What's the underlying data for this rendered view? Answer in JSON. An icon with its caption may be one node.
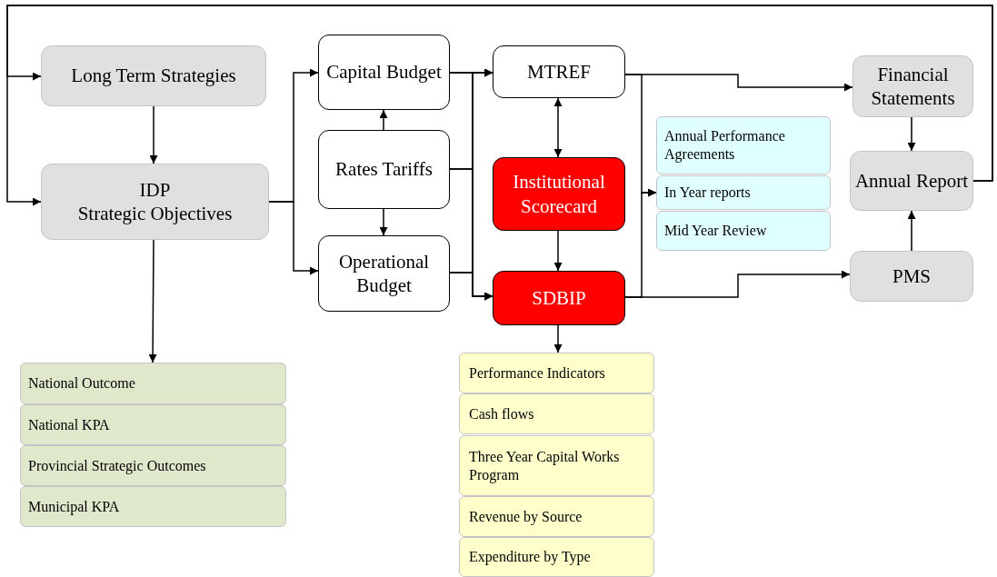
{
  "diagram": {
    "nodes": [
      {
        "text": [
          "Long Term Strategies"
        ]
      },
      {
        "text": [
          "IDP",
          "Strategic Objectives"
        ]
      },
      {
        "text": [
          "Capital Budget"
        ]
      },
      {
        "text": [
          "Rates Tariffs"
        ]
      },
      {
        "text": [
          "Operational Budget"
        ]
      },
      {
        "text": [
          "MTREF"
        ]
      },
      {
        "text": [
          "Institutional Scorecard"
        ]
      },
      {
        "text": [
          "SDBIP"
        ]
      },
      {
        "text": [
          "Annual Performance Agreements"
        ]
      },
      {
        "text": [
          "In Year reports"
        ]
      },
      {
        "text": [
          "Mid Year Review"
        ]
      },
      {
        "text": [
          "Financial Statements"
        ]
      },
      {
        "text": [
          "Annual Report"
        ]
      },
      {
        "text": [
          "PMS"
        ]
      },
      {
        "text": [
          "National Outcome"
        ]
      },
      {
        "text": [
          "National KPA"
        ]
      },
      {
        "text": [
          "Provincial Strategic Outcomes"
        ]
      },
      {
        "text": [
          "Municipal KPA"
        ]
      },
      {
        "text": [
          "Performance Indicators"
        ]
      },
      {
        "text": [
          "Cash flows"
        ]
      },
      {
        "text": [
          "Three Year Capital Works Program"
        ]
      },
      {
        "text": [
          "Revenue by Source"
        ]
      },
      {
        "text": [
          "Expenditure by Type"
        ]
      }
    ],
    "edges": [
      {
        "from": 12,
        "to": 0,
        "arrow": "to"
      },
      {
        "from": 12,
        "to": 1,
        "arrow": "to"
      },
      {
        "from": 0,
        "to": 1,
        "arrow": "to"
      },
      {
        "from": 1,
        "to": 2,
        "arrow": "to"
      },
      {
        "from": 1,
        "to": 4,
        "arrow": "to"
      },
      {
        "from": 3,
        "to": 2,
        "arrow": "to"
      },
      {
        "from": 3,
        "to": 4,
        "arrow": "to"
      },
      {
        "from": 2,
        "to": 5,
        "arrow": "to"
      },
      {
        "from": 3,
        "to": 5,
        "arrow": "to"
      },
      {
        "from": 4,
        "to": 5,
        "arrow": "to"
      },
      {
        "from": 2,
        "to": 7,
        "arrow": "to"
      },
      {
        "from": 3,
        "to": 7,
        "arrow": "to"
      },
      {
        "from": 4,
        "to": 7,
        "arrow": "to"
      },
      {
        "from": 5,
        "to": 6,
        "arrow": "both"
      },
      {
        "from": 6,
        "to": 7,
        "arrow": "to"
      },
      {
        "from": 5,
        "to": 11,
        "arrow": "to"
      },
      {
        "from": 5,
        "to": 9,
        "arrow": "to"
      },
      {
        "from": 7,
        "to": 9,
        "arrow": "to"
      },
      {
        "from": 7,
        "to": 13,
        "arrow": "to"
      },
      {
        "from": 11,
        "to": 12,
        "arrow": "to"
      },
      {
        "from": 13,
        "to": 12,
        "arrow": "to"
      },
      {
        "from": 1,
        "to": 14,
        "arrow": "to"
      },
      {
        "from": 7,
        "to": 18,
        "arrow": "to"
      }
    ]
  }
}
